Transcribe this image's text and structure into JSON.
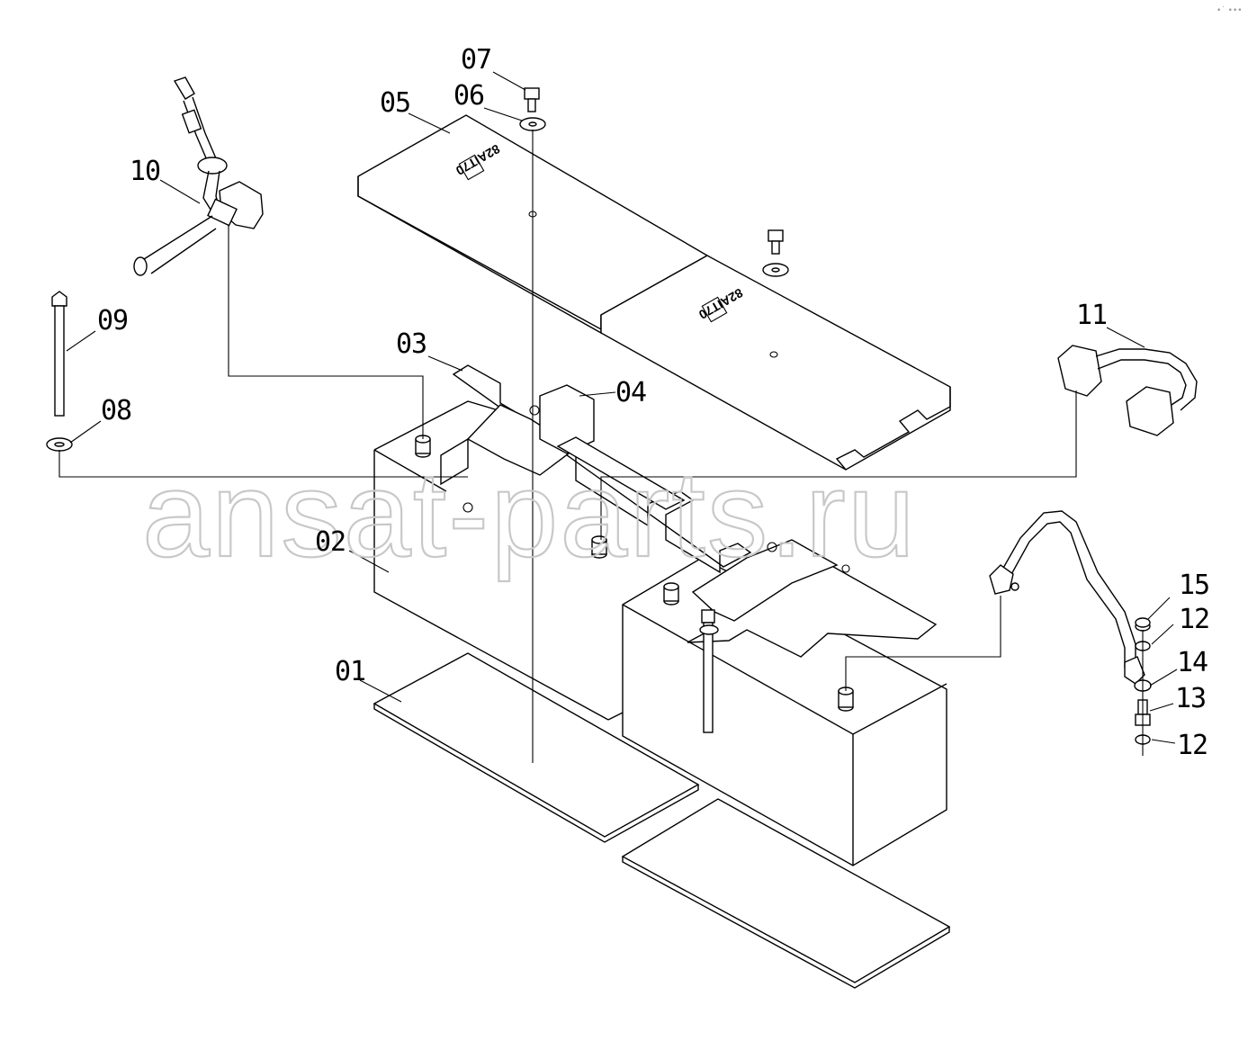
{
  "watermark": "ansat-parts.ru",
  "corner_mark": "•˙ •••",
  "cover_logo_text": "82AIT70",
  "callouts": {
    "c01": "01",
    "c02": "02",
    "c03": "03",
    "c04": "04",
    "c05": "05",
    "c06": "06",
    "c07": "07",
    "c08": "08",
    "c09": "09",
    "c10": "10",
    "c11": "11",
    "c12a": "12",
    "c12b": "12",
    "c13": "13",
    "c14": "14",
    "c15": "15"
  }
}
